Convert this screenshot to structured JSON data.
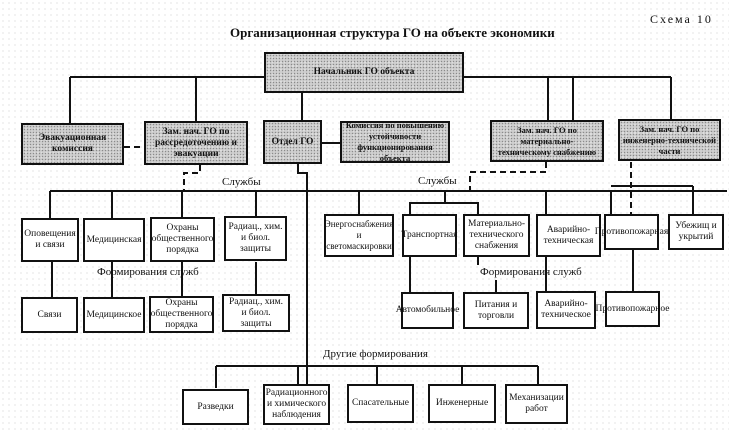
{
  "scheme_label": "Схема 10",
  "title": "Организационная структура ГО на объекте экономики",
  "chief": "Начальник ГО объекта",
  "level1": {
    "evac_commission": "Эвакуационная комиссия",
    "deputy_evac": "Зам. нач. ГО по рассредоточению и эвакуации",
    "go_department": "Отдел ГО",
    "stability_commission": "Комиссия по повышению устойчивости функционирования объекта",
    "deputy_material": "Зам. нач. ГО по материально-техническому снабжению",
    "deputy_engineering": "Зам. нач. ГО по инженерно-технической части"
  },
  "services_label_left": "Службы",
  "services_label_right": "Службы",
  "services": [
    "Оповещения и связи",
    "Медицинская",
    "Охраны общественного порядка",
    "Радиац., хим. и биол. защиты",
    "Энергоснабжения и светомаскировки",
    "Транспортная",
    "Материально-технического снабжения",
    "Аварийно-техническая",
    "Противопожарная",
    "Убежищ и укрытий"
  ],
  "formations_label_left": "Формирования служб",
  "formations_label_right": "Формирования служб",
  "formations": [
    "Связи",
    "Медицинское",
    "Охраны общественного порядка",
    "Радиац., хим. и биол. защиты",
    "Автомобильное",
    "Питания и торговли",
    "Аварийно-техническое",
    "Противопожарное"
  ],
  "other_label": "Другие формирования",
  "other_formations": [
    "Разведки",
    "Радиационного и химического наблюдения",
    "Спасательные",
    "Инженерные",
    "Механизации работ"
  ]
}
